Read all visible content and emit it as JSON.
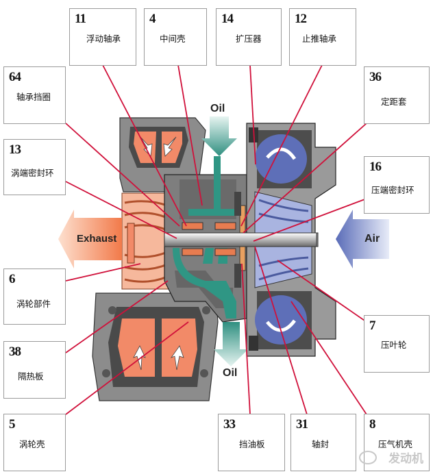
{
  "callouts": [
    {
      "num": "11",
      "label": "浮动轴承"
    },
    {
      "num": "4",
      "label": "中间壳"
    },
    {
      "num": "14",
      "label": "扩压器"
    },
    {
      "num": "12",
      "label": "止推轴承"
    },
    {
      "num": "64",
      "label": "轴承挡圈"
    },
    {
      "num": "36",
      "label": "定距套"
    },
    {
      "num": "13",
      "label": "涡端密封环"
    },
    {
      "num": "16",
      "label": "压端密封环"
    },
    {
      "num": "6",
      "label": "涡轮部件"
    },
    {
      "num": "7",
      "label": "压叶轮"
    },
    {
      "num": "38",
      "label": "隔热板"
    },
    {
      "num": "5",
      "label": "涡轮壳"
    },
    {
      "num": "33",
      "label": "挡油板"
    },
    {
      "num": "31",
      "label": "轴封"
    },
    {
      "num": "8",
      "label": "压气机壳"
    }
  ],
  "flow_labels": {
    "oil_in": "Oil",
    "oil_out": "Oil",
    "exhaust": "Exhaust",
    "air": "Air"
  },
  "watermark": "发动机",
  "colors": {
    "leader": "#d0103a",
    "turbine": "#f08060",
    "compressor": "#6f7fc0",
    "oil": "#3a9a8a",
    "housing": "#8c8c8c"
  }
}
